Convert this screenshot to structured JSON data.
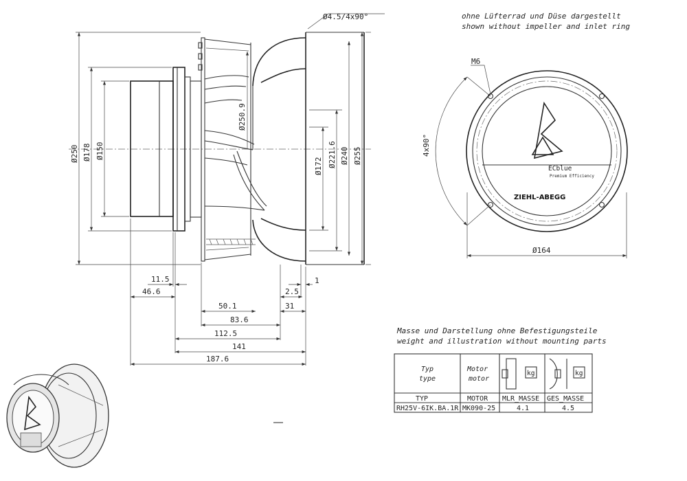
{
  "dimensions": {
    "hole_spec": "Ø4.5/4x90°",
    "d250": "Ø250",
    "d178": "Ø178",
    "d150": "Ø150",
    "d250_9": "Ø250.9",
    "d172": "Ø172",
    "d221_6": "Ø221.6",
    "d240": "Ø240",
    "d255": "Ø255",
    "l11_5": "11.5",
    "l46_6": "46.6",
    "l2_5": "2.5",
    "l1": "1",
    "l50_1": "50.1",
    "l31": "31",
    "l83_6": "83.6",
    "l112_5": "112.5",
    "l141": "141",
    "l187_6": "187.6"
  },
  "front_view": {
    "note_de": "ohne Lüfterrad und Düse dargestellt",
    "note_en": "shown without impeller and inlet ring",
    "thread": "M6",
    "angle": "4x90°",
    "diameter": "Ø164",
    "brand_small": "ECblue",
    "brand_sub": "Premium Efficiency",
    "brand_name": "ZIEHL-ABEGG"
  },
  "table": {
    "heading_de": "Masse und Darstellung ohne Befestigungsteile",
    "heading_en": "weight and illustration without mounting parts",
    "col1_de": "Typ",
    "col1_en": "type",
    "col2_de": "Motor",
    "col2_en": "motor",
    "kg_label": "kg",
    "header_row": [
      "TYP",
      "MOTOR",
      "MLR_MASSE",
      "GES_MASSE"
    ],
    "data_row": [
      "RH25V-6IK.BA.1R",
      "MK090-25",
      "4.1",
      "4.5"
    ]
  }
}
